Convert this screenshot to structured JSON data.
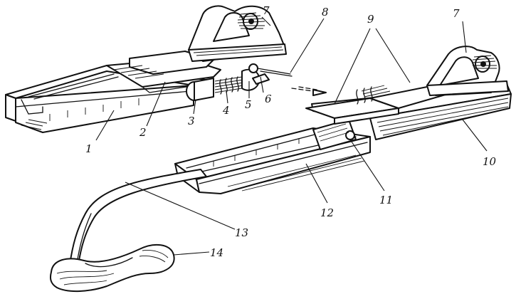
{
  "callouts": [
    {
      "id": "1",
      "text": "1"
    },
    {
      "id": "2",
      "text": "2"
    },
    {
      "id": "3",
      "text": "3"
    },
    {
      "id": "4",
      "text": "4"
    },
    {
      "id": "5",
      "text": "5"
    },
    {
      "id": "6",
      "text": "6"
    },
    {
      "id": "7a",
      "text": "7"
    },
    {
      "id": "7b",
      "text": "7"
    },
    {
      "id": "8",
      "text": "8"
    },
    {
      "id": "9",
      "text": "9"
    },
    {
      "id": "10",
      "text": "10"
    },
    {
      "id": "11",
      "text": "11"
    },
    {
      "id": "12",
      "text": "12"
    },
    {
      "id": "13",
      "text": "13"
    },
    {
      "id": "14",
      "text": "14"
    }
  ],
  "colors": {
    "ink": "#111111",
    "paper": "#ffffff"
  }
}
